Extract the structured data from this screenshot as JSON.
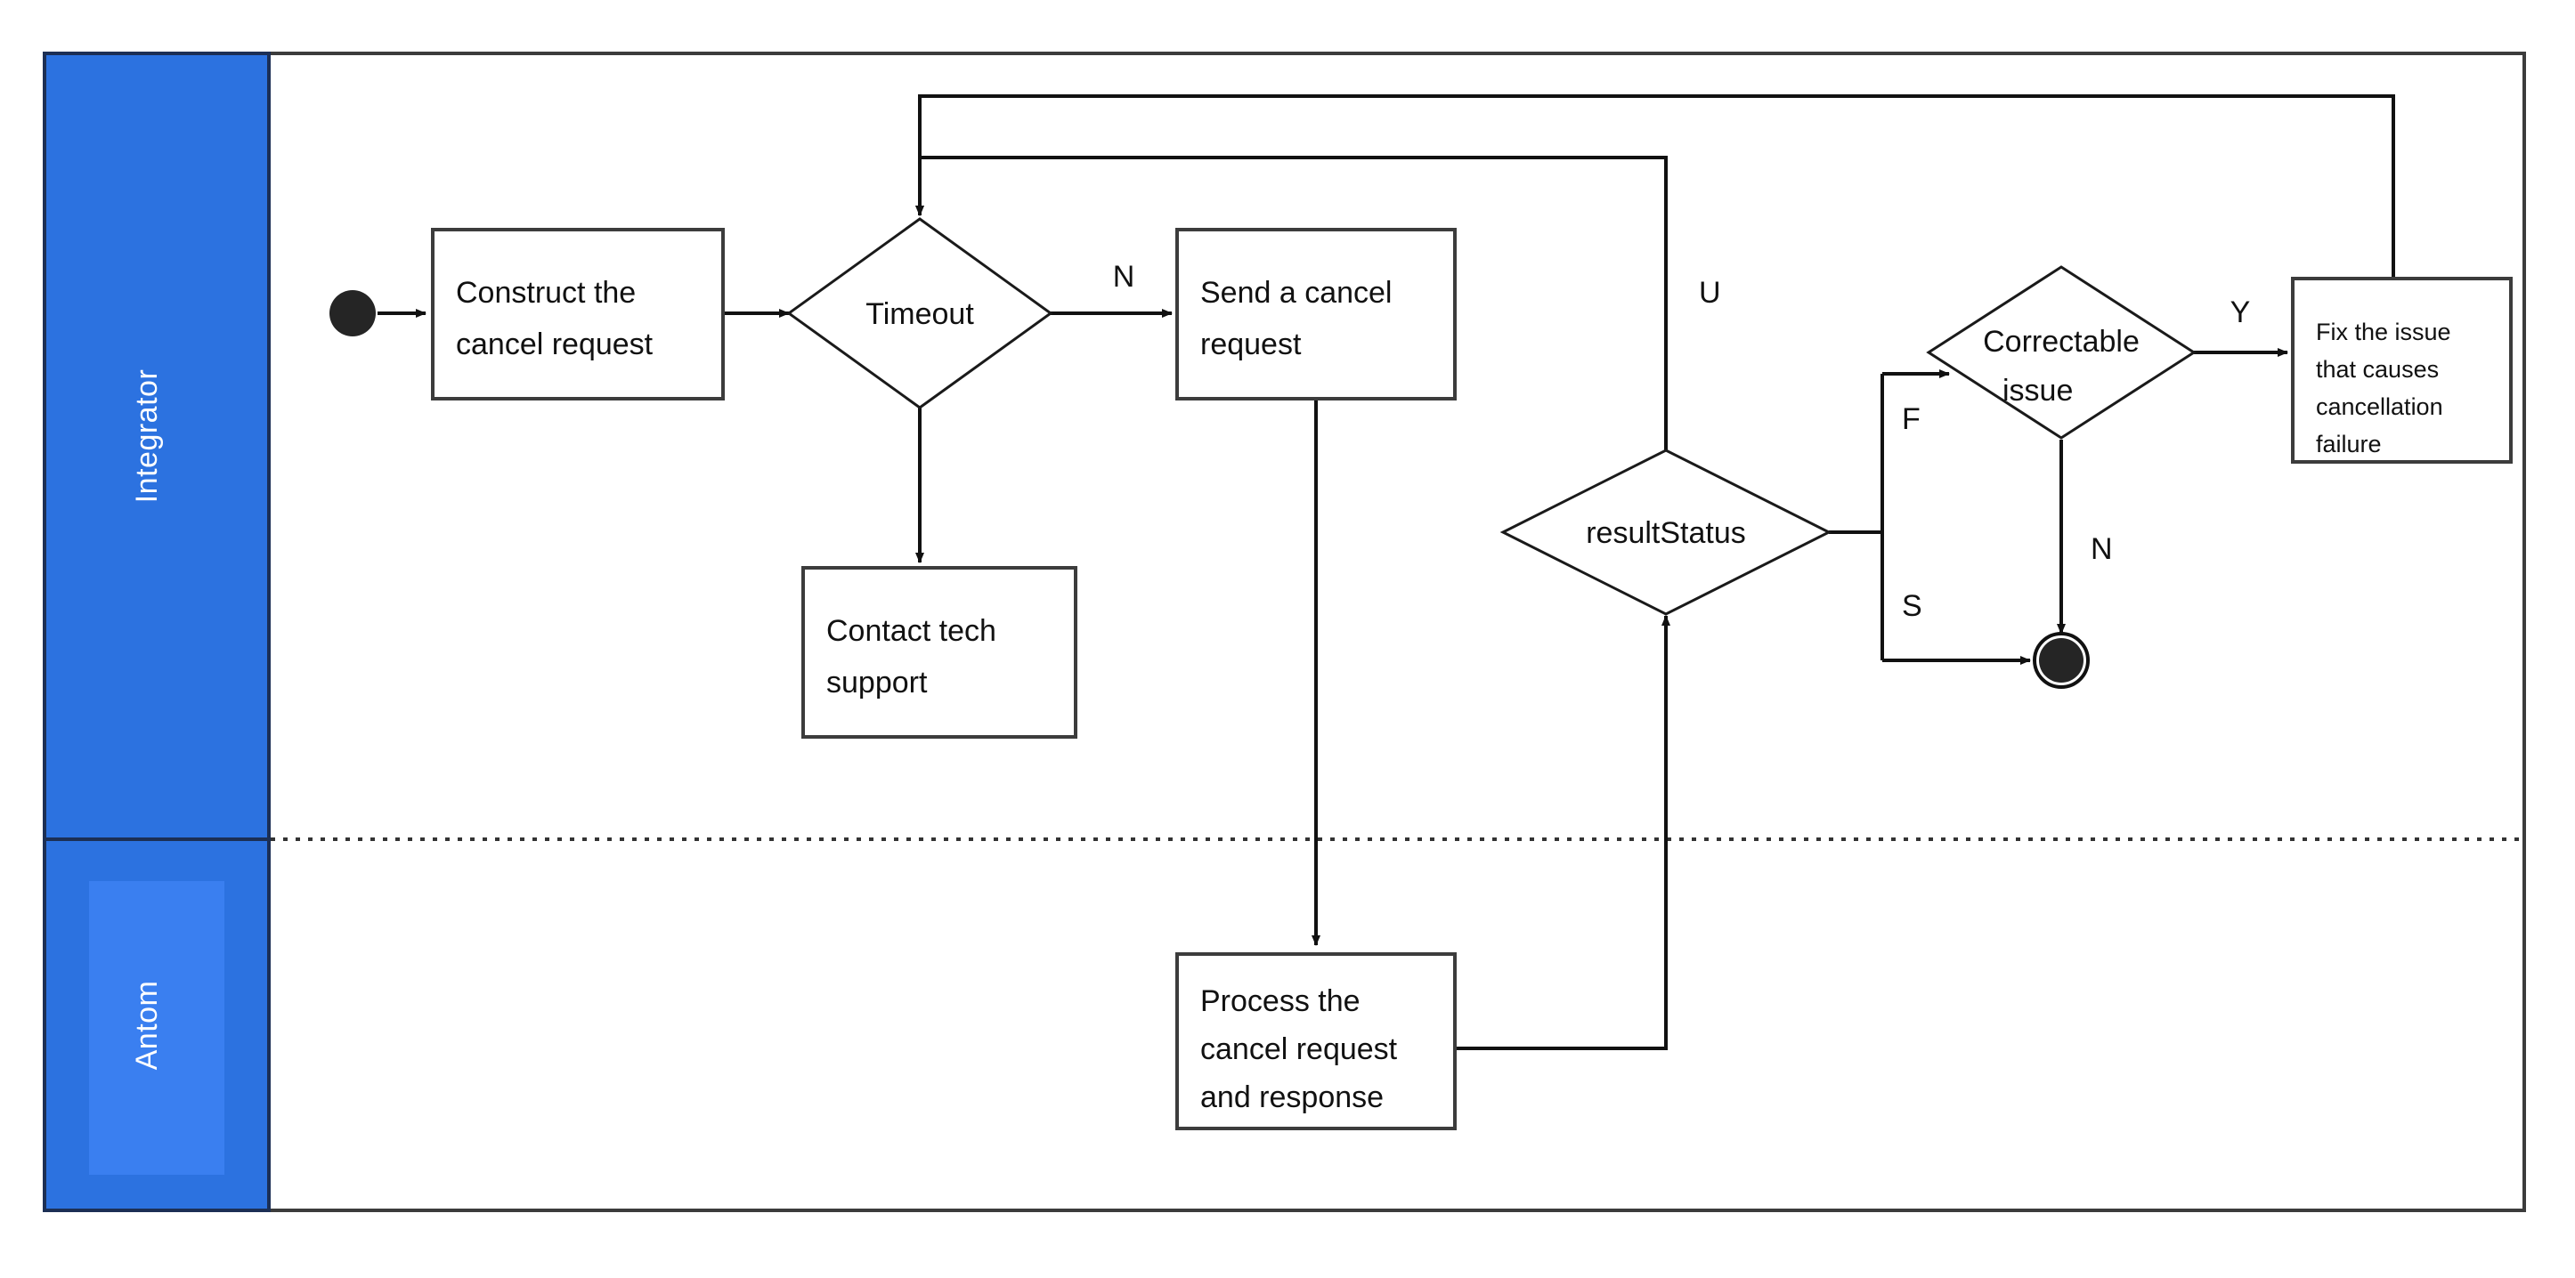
{
  "diagram": {
    "type": "swimlane-activity-flowchart",
    "lanes": [
      {
        "id": "integrator",
        "label": "Integrator"
      },
      {
        "id": "antom",
        "label": "Antom"
      }
    ],
    "nodes": [
      {
        "id": "start",
        "kind": "start-node",
        "label": ""
      },
      {
        "id": "construct",
        "kind": "process-box",
        "lines": [
          "Construct the",
          "cancel request"
        ]
      },
      {
        "id": "timeout",
        "kind": "decision-diamond",
        "lines": [
          "Timeout"
        ]
      },
      {
        "id": "contact",
        "kind": "process-box",
        "lines": [
          "Contact tech",
          "support"
        ]
      },
      {
        "id": "send",
        "kind": "process-box",
        "lines": [
          "Send a cancel",
          "request"
        ]
      },
      {
        "id": "process",
        "kind": "process-box",
        "lines": [
          "Process the",
          "cancel request",
          "and response"
        ]
      },
      {
        "id": "resultstatus",
        "kind": "decision-diamond",
        "lines": [
          "resultStatus"
        ]
      },
      {
        "id": "correctable",
        "kind": "decision-diamond",
        "lines": [
          "Correctable",
          "issue"
        ]
      },
      {
        "id": "fix",
        "kind": "process-box",
        "lines": [
          "Fix the issue",
          "that causes",
          "cancellation",
          "failure"
        ]
      },
      {
        "id": "end",
        "kind": "end-node",
        "label": ""
      }
    ],
    "edge_labels": {
      "timeout_no": "N",
      "result_unknown": "U",
      "result_fail": "F",
      "result_success": "S",
      "correctable_yes": "Y",
      "correctable_no": "N"
    },
    "colors": {
      "lane_header": "#2c72e0",
      "lane_header_selected": "#3a7ff0",
      "lane_label_text": "#ffffff",
      "node_stroke": "#3c3c3c",
      "edge_stroke": "#111111",
      "canvas": "#ffffff"
    }
  }
}
